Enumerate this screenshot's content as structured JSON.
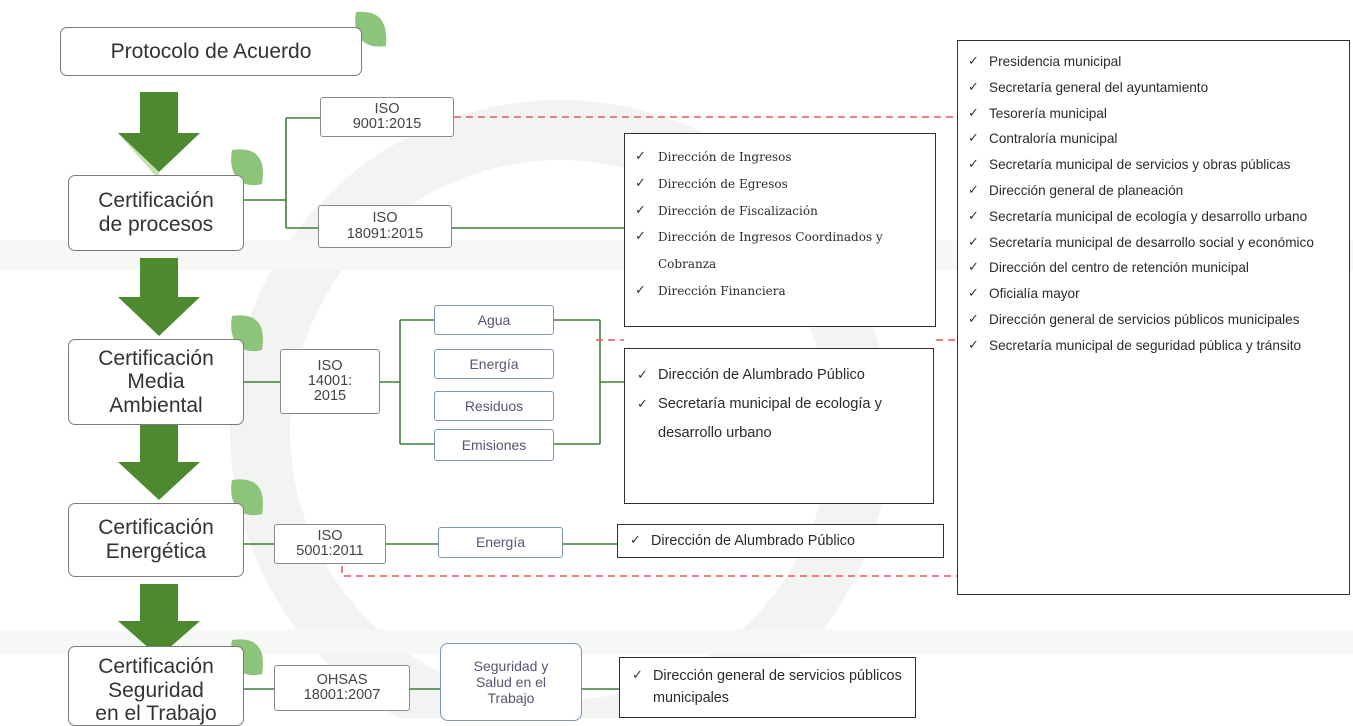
{
  "diagram": {
    "protocolo": "Protocolo de Acuerdo",
    "stages": [
      {
        "title": "Certificación\nde procesos",
        "standards": [
          {
            "code": "ISO\n9001:2015"
          },
          {
            "code": "ISO\n18091:2015"
          }
        ]
      },
      {
        "title": "Certificación\nMedia\nAmbiental",
        "standards": [
          {
            "code": "ISO\n14001:\n2015"
          }
        ],
        "topics": [
          "Agua",
          "Energía",
          "Residuos",
          "Emisiones"
        ]
      },
      {
        "title": "Certificación\nEnergética",
        "standards": [
          {
            "code": "ISO\n5001:2011"
          }
        ],
        "topics": [
          "Energía"
        ]
      },
      {
        "title": "Certificación\nSeguridad\nen el Trabajo",
        "standards": [
          {
            "code": "OHSAS\n18001:2007"
          }
        ],
        "topics": [
          "Seguridad y\nSalud en el\nTrabajo"
        ]
      }
    ],
    "lists": {
      "presidencia": [
        "Presidencia municipal",
        "Secretaría general del ayuntamiento",
        "Tesorería municipal",
        "Contraloría municipal",
        "Secretaría municipal de servicios y obras públicas",
        "Dirección general de planeación",
        "Secretaría municipal de ecología y desarrollo urbano",
        "Secretaría municipal de desarrollo social y económico",
        "Dirección del centro de retención municipal",
        "Oficialía mayor",
        "Dirección general de servicios públicos municipales",
        "Secretaría municipal de seguridad pública y tránsito"
      ],
      "ingresos": [
        "Dirección de Ingresos",
        "Dirección de Egresos",
        "Dirección de Fiscalización",
        "Dirección de Ingresos Coordinados y Cobranza",
        "Dirección Financiera"
      ],
      "alumbrado": [
        "Dirección de Alumbrado Público",
        "Secretaría municipal de ecología y desarrollo urbano"
      ],
      "energetica": [
        "Dirección de Alumbrado Público"
      ],
      "seguridad": [
        "Dirección general de servicios públicos municipales"
      ]
    },
    "colors": {
      "arrow": "#4d8a2f",
      "arrow_light": "#8fbf6a",
      "leaf": "#8cc47a",
      "connector": "#3f7f3a",
      "dashed": "#e05a60",
      "watermark": "#eef3ee"
    }
  }
}
